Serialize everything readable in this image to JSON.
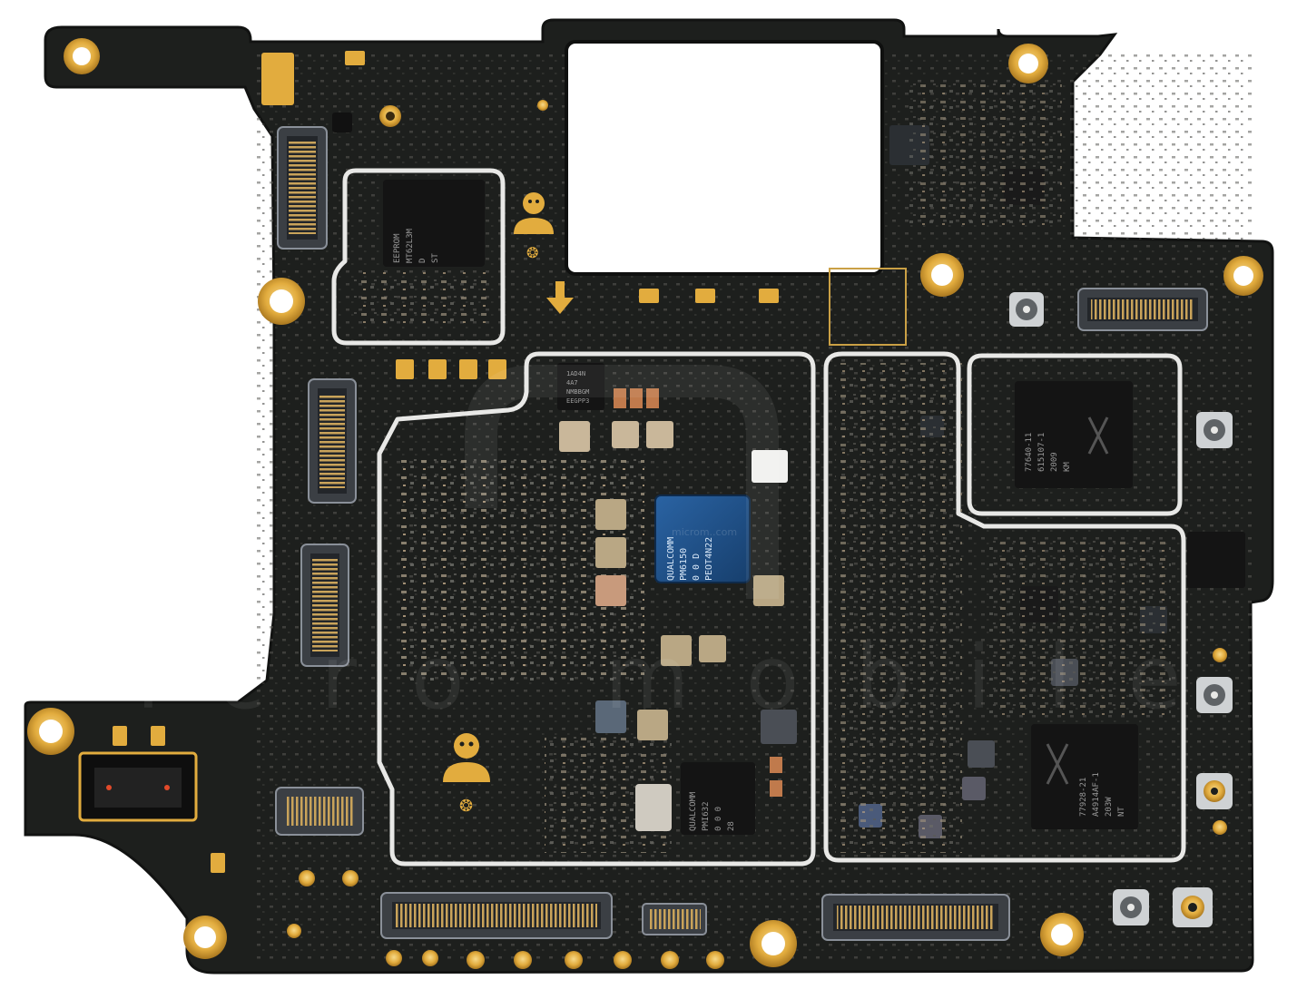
{
  "image": {
    "subject": "smartphone-motherboard-pcb",
    "colors": {
      "board": "#1d1f1d",
      "board_edge": "#121312",
      "gold": "#e7b44a",
      "gold_dark": "#b8862a",
      "shield": "#e8e8e6",
      "chip_black": "#141414",
      "qualcomm_blue": "#1f4f86",
      "ceramic": "#c9b79a",
      "copper": "#c07a4c"
    }
  },
  "chips": {
    "qualcomm_pmic": {
      "lines": [
        "QUALCOMM",
        "PM6150",
        "0 0 D",
        "PEOT4N22"
      ]
    },
    "top_left_chip": {
      "lines": [
        "EEPROM",
        "MT62L3M",
        "D",
        "ST"
      ]
    },
    "rf_top_right": {
      "lines": [
        "77640-11",
        "615107-1",
        "2009",
        "KM"
      ]
    },
    "rf_bottom_right": {
      "lines": [
        "77928-21",
        "A4914AF-1",
        "203W",
        "NT"
      ]
    },
    "small_top_marking": {
      "lines": [
        "1AD4N",
        "4A7",
        "NMBBGM",
        "EEGPP3"
      ]
    },
    "lower_qualcomm": {
      "lines": [
        "QUALCOMM",
        "PMI632",
        "0 0 0",
        "28"
      ]
    }
  },
  "watermark": {
    "text": "icro mobile",
    "site": "microm..com"
  }
}
